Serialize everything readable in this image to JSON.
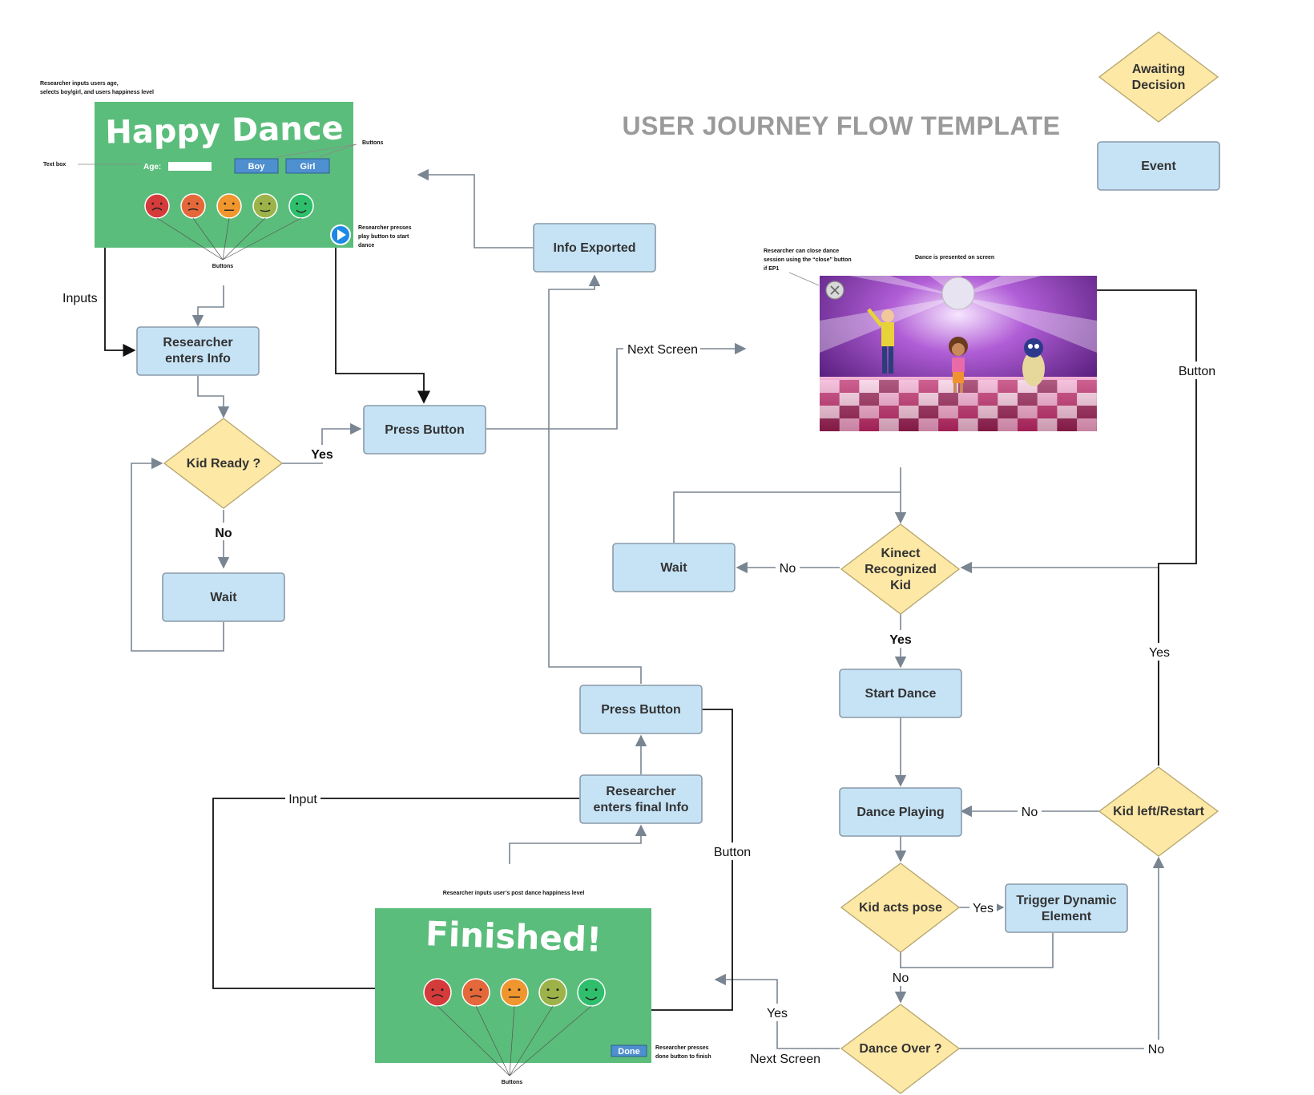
{
  "title": "USER JOURNEY FLOW TEMPLATE",
  "legend": {
    "decision": "Awaiting Decision",
    "event": "Event"
  },
  "nodes": {
    "researcher_enters_info": "Researcher enters Info",
    "kid_ready": "Kid Ready ?",
    "wait_left": "Wait",
    "press_button_top": "Press Button",
    "info_exported": "Info Exported",
    "wait_right": "Wait",
    "kinect_recognized": "Kinect Recognized Kid",
    "start_dance": "Start Dance",
    "dance_playing": "Dance Playing",
    "kid_left_restart": "Kid left/Restart",
    "kid_acts_pose": "Kid acts pose",
    "trigger_dynamic": "Trigger Dynamic Element",
    "dance_over": "Dance Over ?",
    "press_button_bottom": "Press Button",
    "researcher_final_info": "Researcher enters final Info"
  },
  "edge_labels": {
    "inputs": "Inputs",
    "yes_ready": "Yes",
    "no_ready": "No",
    "next_screen_top": "Next Screen",
    "no_kinect": "No",
    "yes_kinect": "Yes",
    "button_right": "Button",
    "yes_restart": "Yes",
    "no_restart": "No",
    "yes_pose": "Yes",
    "no_pose": "No",
    "yes_over": "Yes",
    "next_screen_bottom": "Next Screen",
    "no_over": "No",
    "input_bottom": "Input",
    "button_bottom": "Button"
  },
  "annotations": {
    "start_note_1": "Researcher inputs users age,",
    "start_note_2": "selects boy/girl, and users happiness level",
    "text_box": "Text box",
    "buttons_top": "Buttons",
    "buttons_faces": "Buttons",
    "play_note_1": "Researcher presses",
    "play_note_2": "play button to start",
    "play_note_3": "dance",
    "close_note_1": "Researcher can close dance",
    "close_note_2": "session using the “close” button",
    "close_note_3": "if EP1",
    "dance_note": "Dance is presented on screen",
    "finish_note": "Researcher inputs user’s post dance happiness level",
    "done_note_1": "Researcher presses",
    "done_note_2": "done button to finish",
    "buttons_finish": "Buttons"
  },
  "screen_start": {
    "title": "Happy Dance",
    "age_label": "Age:",
    "boy": "Boy",
    "girl": "Girl"
  },
  "screen_finish": {
    "title": "Finished!",
    "done": "Done"
  },
  "colors": {
    "event_fill": "#c6e3f6",
    "decision_fill": "#fde8a6",
    "screen_green": "#5bbd7b",
    "face_colors": [
      "#d63b3b",
      "#e5683a",
      "#f0962e",
      "#9db34a",
      "#2fbf6c"
    ]
  }
}
